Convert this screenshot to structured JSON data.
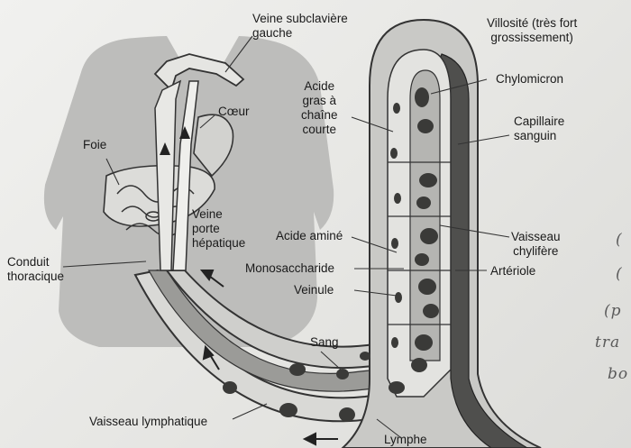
{
  "diagram": {
    "labels": {
      "veine_subclaviere": "Veine subclavière\ngauche",
      "villosite": "Villosité (très fort\ngrossissement)",
      "chylomicron": "Chylomicron",
      "coeur": "Cœur",
      "acide_gras": "Acide\ngras à\nchaîne\ncourte",
      "capillaire": "Capillaire\nsanguin",
      "foie": "Foie",
      "veine_porte": "Veine\nporte\nhépatique",
      "vaisseau_chylifere": "Vaisseau\nchylifère",
      "acide_amine": "Acide aminé",
      "arteriole": "Artériole",
      "monosaccharide": "Monosaccharide",
      "conduit": "Conduit\nthoracique",
      "veinule": "Veinule",
      "sang": "Sang",
      "vaisseau_lymphatique": "Vaisseau lymphatique",
      "lymphe": "Lymphe"
    },
    "handwriting": {
      "line1": "(",
      "line2": "(",
      "line3": "(p",
      "line4": "tra",
      "line5": "bo"
    }
  }
}
